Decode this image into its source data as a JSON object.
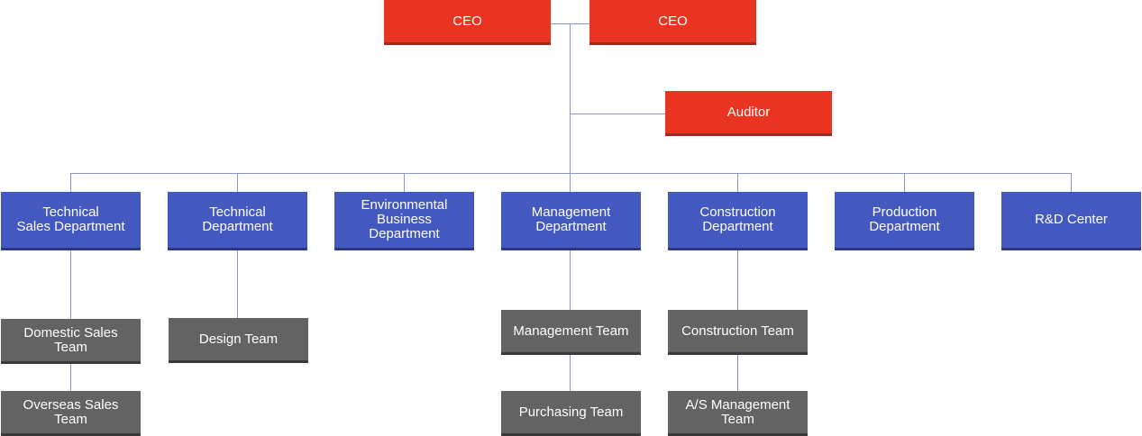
{
  "executives": {
    "ceo_1": "CEO",
    "ceo_2": "CEO",
    "auditor": "Auditor"
  },
  "departments": [
    {
      "label": "Technical\nSales Department"
    },
    {
      "label": "Technical\nDepartment"
    },
    {
      "label": "Environmental\nBusiness\nDepartment"
    },
    {
      "label": "Management\nDepartment"
    },
    {
      "label": "Construction\nDepartment"
    },
    {
      "label": "Production\nDepartment"
    },
    {
      "label": "R&D Center"
    }
  ],
  "teams": {
    "domestic_sales": "Domestic Sales\nTeam",
    "overseas_sales": "Overseas Sales\nTeam",
    "design": "Design Team",
    "management": "Management Team",
    "purchasing": "Purchasing Team",
    "construction": "Construction Team",
    "as_management": "A/S Management\nTeam"
  },
  "colors": {
    "executive": "#e83421",
    "department": "#4459c0",
    "team": "#636363",
    "connector": "#8c93bd"
  }
}
